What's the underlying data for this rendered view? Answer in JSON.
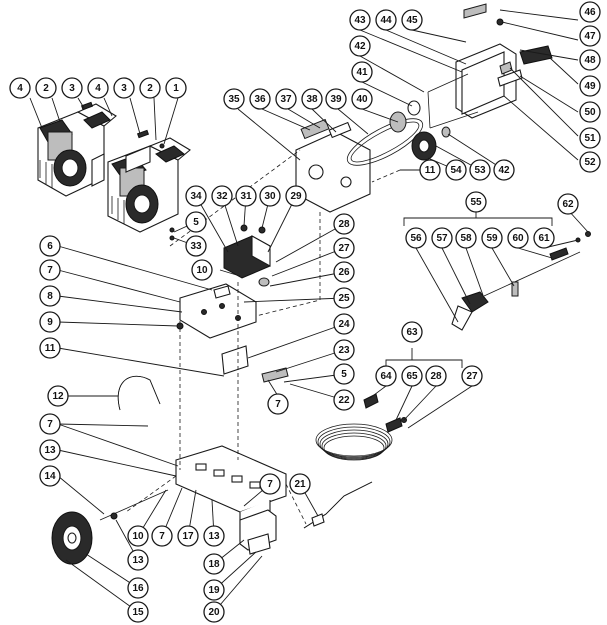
{
  "callouts": [
    {
      "id": "c4a",
      "label": "4"
    },
    {
      "id": "c2a",
      "label": "2"
    },
    {
      "id": "c3a",
      "label": "3"
    },
    {
      "id": "c4b",
      "label": "4"
    },
    {
      "id": "c3b",
      "label": "3"
    },
    {
      "id": "c2b",
      "label": "2"
    },
    {
      "id": "c1",
      "label": "1"
    },
    {
      "id": "c35",
      "label": "35"
    },
    {
      "id": "c36",
      "label": "36"
    },
    {
      "id": "c37",
      "label": "37"
    },
    {
      "id": "c38",
      "label": "38"
    },
    {
      "id": "c39",
      "label": "39"
    },
    {
      "id": "c40",
      "label": "40"
    },
    {
      "id": "c41",
      "label": "41"
    },
    {
      "id": "c42a",
      "label": "42"
    },
    {
      "id": "c43",
      "label": "43"
    },
    {
      "id": "c44",
      "label": "44"
    },
    {
      "id": "c45",
      "label": "45"
    },
    {
      "id": "c46",
      "label": "46"
    },
    {
      "id": "c47",
      "label": "47"
    },
    {
      "id": "c48",
      "label": "48"
    },
    {
      "id": "c49",
      "label": "49"
    },
    {
      "id": "c50",
      "label": "50"
    },
    {
      "id": "c51",
      "label": "51"
    },
    {
      "id": "c52",
      "label": "52"
    },
    {
      "id": "c42b",
      "label": "42"
    },
    {
      "id": "c53",
      "label": "53"
    },
    {
      "id": "c54",
      "label": "54"
    },
    {
      "id": "c11a",
      "label": "11"
    },
    {
      "id": "c34",
      "label": "34"
    },
    {
      "id": "c32",
      "label": "32"
    },
    {
      "id": "c31",
      "label": "31"
    },
    {
      "id": "c30",
      "label": "30"
    },
    {
      "id": "c29",
      "label": "29"
    },
    {
      "id": "c5a",
      "label": "5"
    },
    {
      "id": "c33",
      "label": "33"
    },
    {
      "id": "c28a",
      "label": "28"
    },
    {
      "id": "c27a",
      "label": "27"
    },
    {
      "id": "c26",
      "label": "26"
    },
    {
      "id": "c10a",
      "label": "10"
    },
    {
      "id": "c25",
      "label": "25"
    },
    {
      "id": "c24",
      "label": "24"
    },
    {
      "id": "c23",
      "label": "23"
    },
    {
      "id": "c5b",
      "label": "5"
    },
    {
      "id": "c22",
      "label": "22"
    },
    {
      "id": "c7a",
      "label": "7"
    },
    {
      "id": "c6",
      "label": "6"
    },
    {
      "id": "c7b",
      "label": "7"
    },
    {
      "id": "c8",
      "label": "8"
    },
    {
      "id": "c9",
      "label": "9"
    },
    {
      "id": "c11b",
      "label": "11"
    },
    {
      "id": "c12",
      "label": "12"
    },
    {
      "id": "c7c",
      "label": "7"
    },
    {
      "id": "c13a",
      "label": "13"
    },
    {
      "id": "c14",
      "label": "14"
    },
    {
      "id": "c13b",
      "label": "13"
    },
    {
      "id": "c16",
      "label": "16"
    },
    {
      "id": "c15",
      "label": "15"
    },
    {
      "id": "c10b",
      "label": "10"
    },
    {
      "id": "c7d",
      "label": "7"
    },
    {
      "id": "c17",
      "label": "17"
    },
    {
      "id": "c13c",
      "label": "13"
    },
    {
      "id": "c18",
      "label": "18"
    },
    {
      "id": "c19",
      "label": "19"
    },
    {
      "id": "c20",
      "label": "20"
    },
    {
      "id": "c7e",
      "label": "7"
    },
    {
      "id": "c21",
      "label": "21"
    },
    {
      "id": "c55",
      "label": "55"
    },
    {
      "id": "c62",
      "label": "62"
    },
    {
      "id": "c56",
      "label": "56"
    },
    {
      "id": "c57",
      "label": "57"
    },
    {
      "id": "c58",
      "label": "58"
    },
    {
      "id": "c59",
      "label": "59"
    },
    {
      "id": "c60",
      "label": "60"
    },
    {
      "id": "c61",
      "label": "61"
    },
    {
      "id": "c63",
      "label": "63"
    },
    {
      "id": "c64",
      "label": "64"
    },
    {
      "id": "c65",
      "label": "65"
    },
    {
      "id": "c28b",
      "label": "28"
    },
    {
      "id": "c27b",
      "label": "27"
    }
  ]
}
